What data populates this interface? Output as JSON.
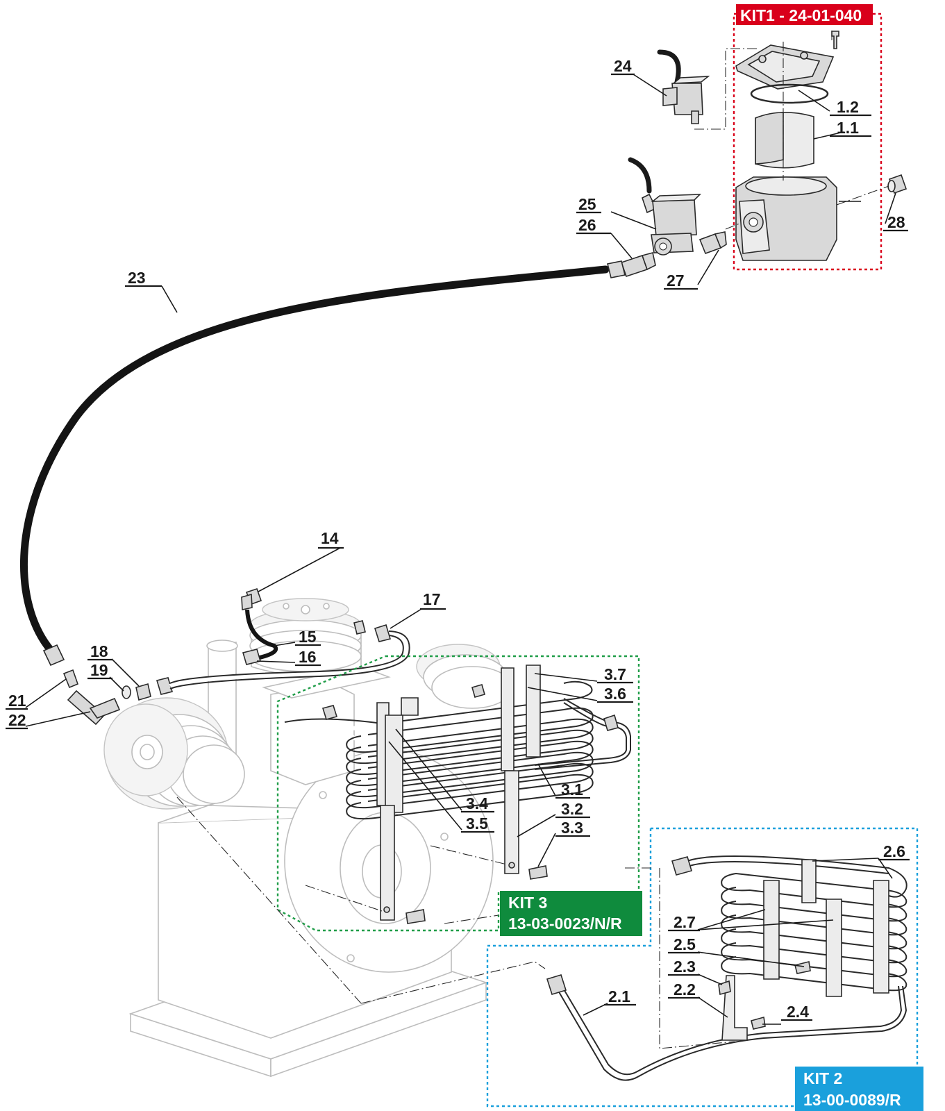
{
  "kits": {
    "kit1": {
      "label": "KIT1 - 24-01-040",
      "color": "#d9001b"
    },
    "kit2": {
      "line1": "KIT 2",
      "line2": "13-00-0089/R",
      "color": "#1aa0dc"
    },
    "kit3": {
      "line1": "KIT 3",
      "line2": "13-03-0023/N/R",
      "color": "#0f8b3d"
    }
  },
  "callouts": {
    "p1_1": "1.1",
    "p1_2": "1.2",
    "p2_1": "2.1",
    "p2_2": "2.2",
    "p2_3": "2.3",
    "p2_4": "2.4",
    "p2_5": "2.5",
    "p2_6": "2.6",
    "p2_7": "2.7",
    "p3_1": "3.1",
    "p3_2": "3.2",
    "p3_3": "3.3",
    "p3_4": "3.4",
    "p3_5": "3.5",
    "p3_6": "3.6",
    "p3_7": "3.7",
    "p14": "14",
    "p15": "15",
    "p16": "16",
    "p17": "17",
    "p18": "18",
    "p19": "19",
    "p21": "21",
    "p22": "22",
    "p23": "23",
    "p24": "24",
    "p25": "25",
    "p26": "26",
    "p27": "27",
    "p28": "28"
  }
}
